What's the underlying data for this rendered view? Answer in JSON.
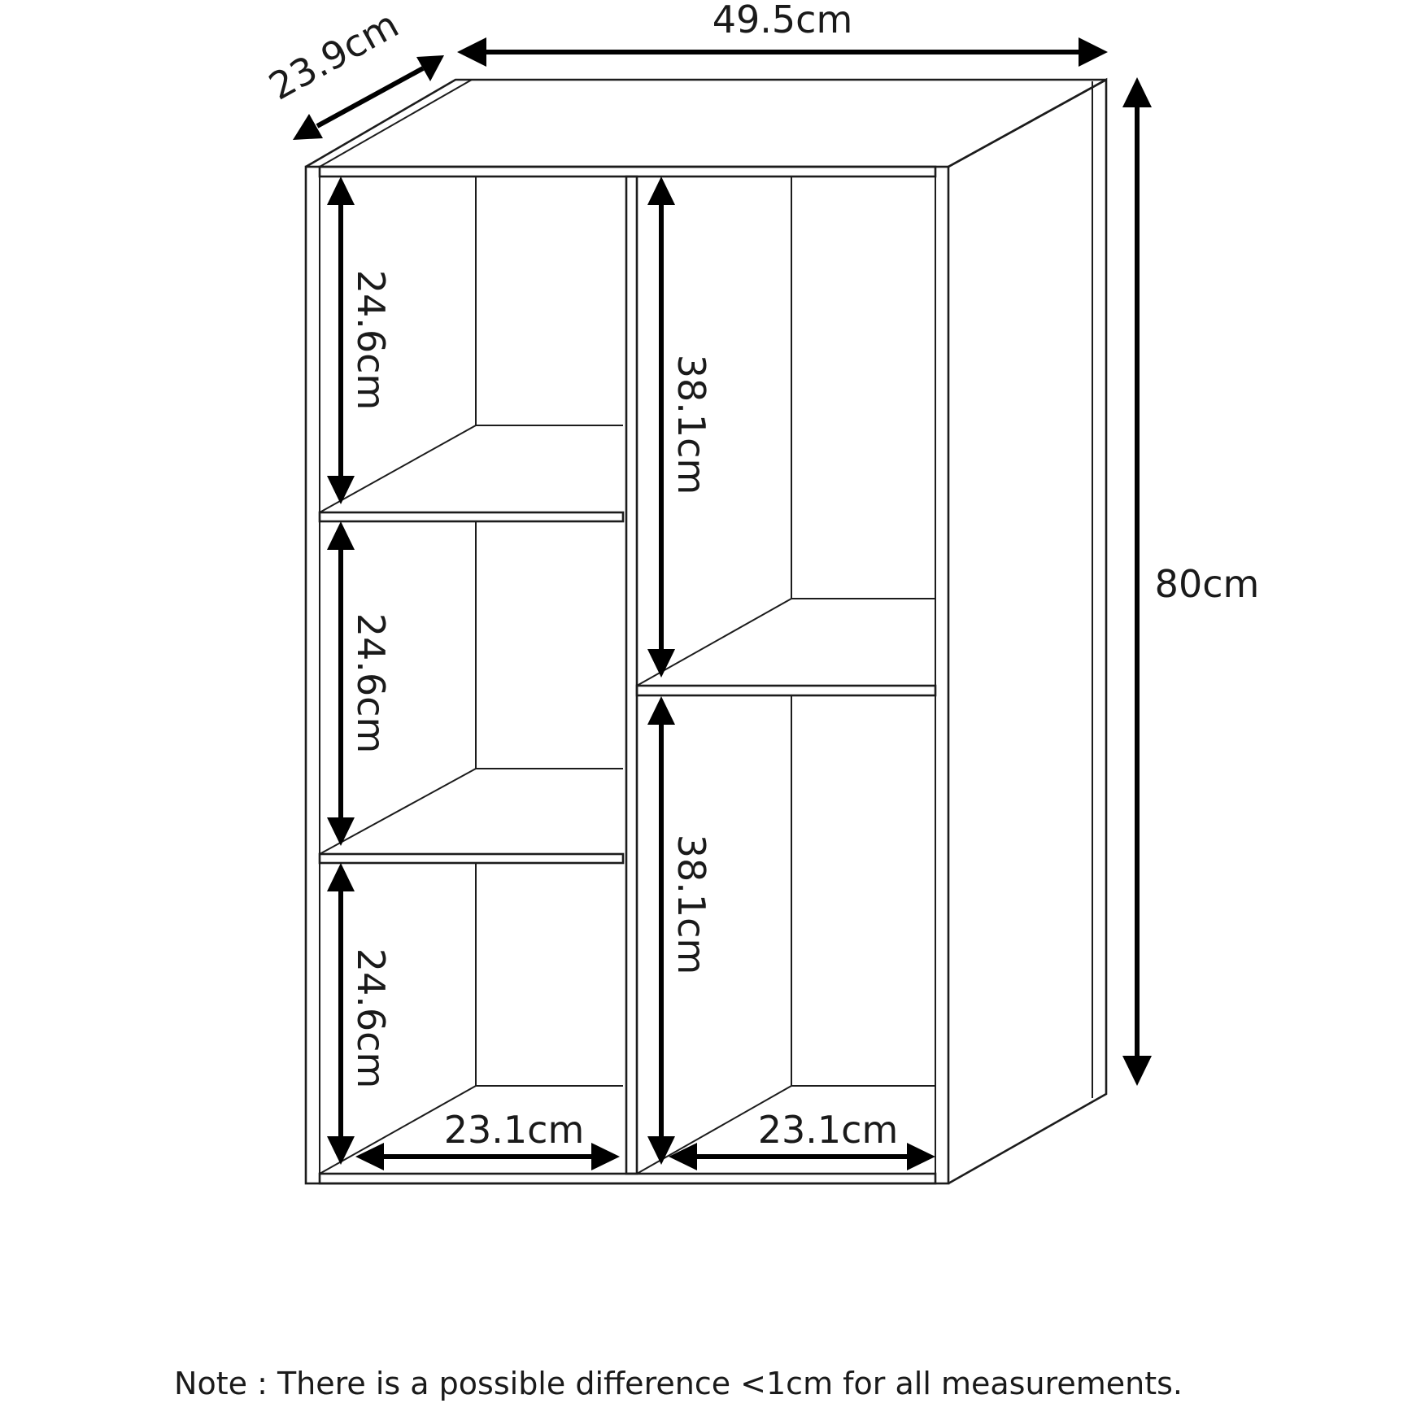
{
  "dimensions": {
    "width": "49.5cm",
    "depth": "23.9cm",
    "height": "80cm",
    "left_cubby_height_1": "24.6cm",
    "left_cubby_height_2": "24.6cm",
    "left_cubby_height_3": "24.6cm",
    "right_cubby_height_1": "38.1cm",
    "right_cubby_height_2": "38.1cm",
    "left_cubby_width": "23.1cm",
    "right_cubby_width": "23.1cm"
  },
  "note": "Note : There is a possible difference <1cm for all measurements."
}
